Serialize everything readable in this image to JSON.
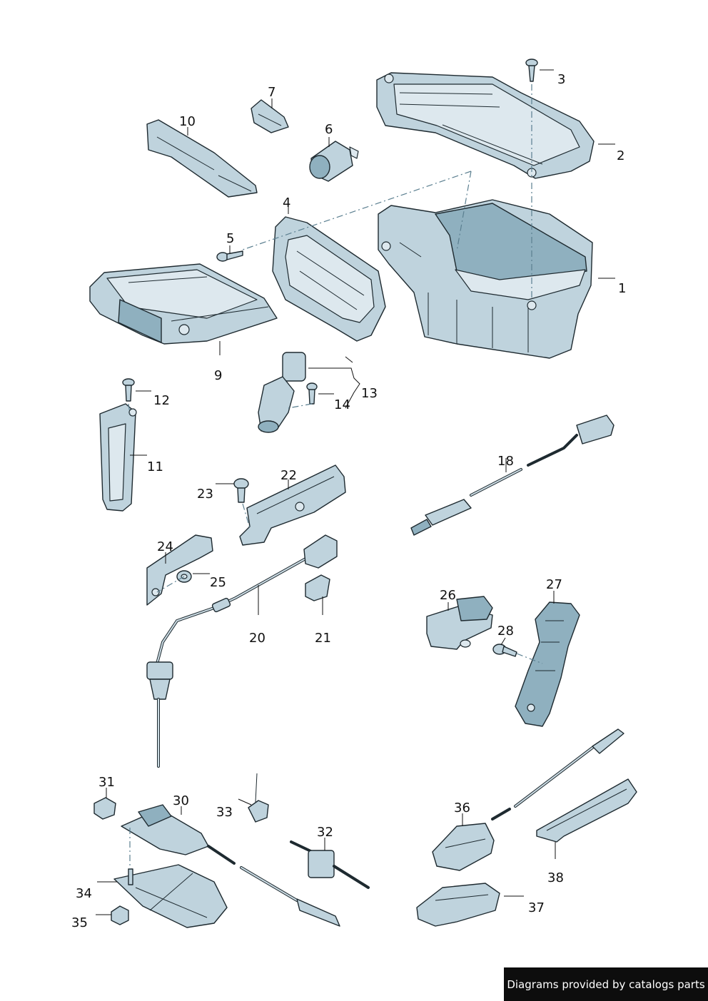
{
  "callouts": {
    "c1": "1",
    "c2": "2",
    "c3": "3",
    "c4": "4",
    "c5": "5",
    "c6": "6",
    "c7": "7",
    "c9": "9",
    "c10": "10",
    "c11": "11",
    "c12": "12",
    "c13": "13",
    "c14": "14",
    "c18": "18",
    "c20": "20",
    "c21": "21",
    "c22": "22",
    "c23": "23",
    "c24": "24",
    "c25": "25",
    "c26": "26",
    "c27": "27",
    "c28": "28",
    "c30": "30",
    "c31": "31",
    "c32": "32",
    "c33": "33",
    "c34": "34",
    "c35": "35",
    "c36": "36",
    "c37": "37",
    "c38": "38"
  },
  "footer": {
    "credit": "Diagrams provided by catalogs parts"
  },
  "colors": {
    "part_fill": "#bfd3dd",
    "part_dark": "#8fb0bf",
    "outline": "#1e2a30",
    "credit_bg": "#0d0d0d"
  }
}
